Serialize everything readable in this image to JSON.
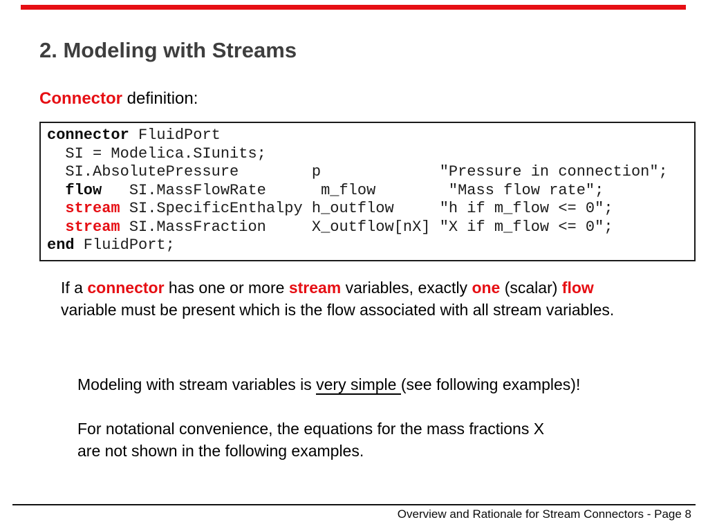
{
  "colors": {
    "accent_red": "#e60f14",
    "title_gray": "#3e3e3e",
    "code_border": "#1a1a1a",
    "footer_rule": "#111111"
  },
  "header": {
    "title": "2. Modeling with Streams"
  },
  "definition_label": {
    "lines": [
      [
        {
          "t": "Connector",
          "c": "r"
        },
        {
          "t": " definition:",
          "c": ""
        }
      ]
    ]
  },
  "code_block": {
    "lines": [
      [
        {
          "t": "connector",
          "c": "kw"
        },
        {
          "t": " FluidPort",
          "c": ""
        }
      ],
      [
        {
          "t": "  SI = Modelica.SIunits;",
          "c": ""
        }
      ],
      [
        {
          "t": "  SI.AbsolutePressure        p             \"Pressure in connection\";",
          "c": ""
        }
      ],
      [
        {
          "t": "  ",
          "c": ""
        },
        {
          "t": "flow",
          "c": "kw"
        },
        {
          "t": "   SI.MassFlowRate      m_flow        \"Mass flow rate\";",
          "c": ""
        }
      ],
      [
        {
          "t": "  ",
          "c": ""
        },
        {
          "t": "stream",
          "c": "kwred"
        },
        {
          "t": " SI.SpecificEnthalpy h_outflow     \"h if m_flow <= 0\";",
          "c": ""
        }
      ],
      [
        {
          "t": "  ",
          "c": ""
        },
        {
          "t": "stream",
          "c": "kwred"
        },
        {
          "t": " SI.MassFraction     X_outflow[nX] \"X if m_flow <= 0\";",
          "c": ""
        }
      ],
      [
        {
          "t": "end",
          "c": "kw"
        },
        {
          "t": " FluidPort;",
          "c": ""
        }
      ]
    ]
  },
  "paragraph_connector_rule": {
    "lines": [
      [
        {
          "t": "If a ",
          "c": ""
        },
        {
          "t": "connector",
          "c": "r"
        },
        {
          "t": " has one or more ",
          "c": ""
        },
        {
          "t": "stream",
          "c": "r"
        },
        {
          "t": " variables, exactly ",
          "c": ""
        },
        {
          "t": "one",
          "c": "r"
        },
        {
          "t": " (scalar) ",
          "c": ""
        },
        {
          "t": "flow",
          "c": "r"
        }
      ],
      [
        {
          "t": "variable must be present which is the flow associated with all stream variables.",
          "c": ""
        }
      ]
    ]
  },
  "note_simple": {
    "lines": [
      [
        {
          "t": "Modeling with stream variables is ",
          "c": ""
        },
        {
          "t": "very simple ",
          "c": "u"
        },
        {
          "t": "(see following examples)!",
          "c": ""
        }
      ]
    ]
  },
  "note_notational": {
    "lines": [
      [
        {
          "t": "For notational convenience, the equations for the mass fractions X",
          "c": ""
        }
      ],
      [
        {
          "t": "are not shown in the following examples.",
          "c": ""
        }
      ]
    ]
  },
  "footer": {
    "text": "Overview and Rationale for Stream Connectors - Page 8"
  }
}
